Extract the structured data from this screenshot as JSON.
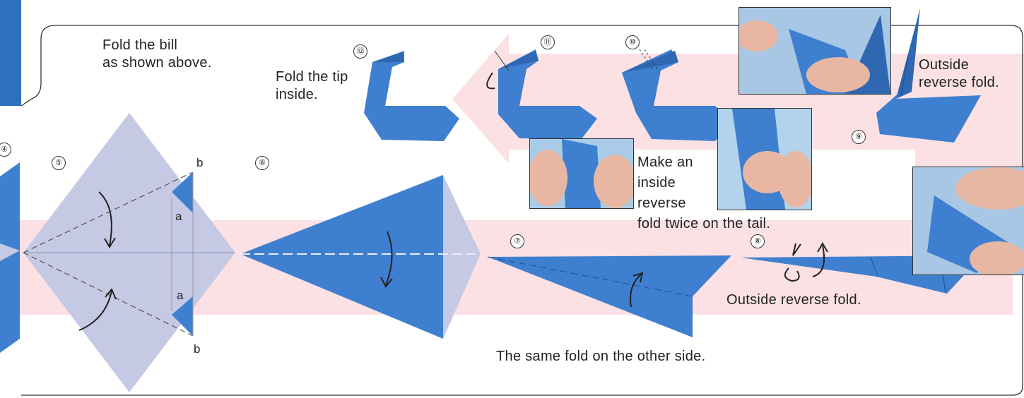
{
  "instructions": {
    "fold_bill": "Fold the bill\nas shown above.",
    "fold_tip": "Fold the tip\ninside.",
    "outside_reverse_top": "Outside\nreverse fold.",
    "inside_reverse": "Make an\ninside\nreverse\nfold twice on the tail.",
    "outside_reverse_bottom": "Outside reverse fold.",
    "same_fold": "The same fold on the other side."
  },
  "steps": [
    "④",
    "⑤",
    "⑥",
    "⑦",
    "⑧",
    "⑨",
    "⑩",
    "⑪",
    "⑫"
  ],
  "labels": {
    "a": "a",
    "b": "b"
  },
  "colors": {
    "paper_blue": "#3f7fcf",
    "paper_dark": "#2f67b3",
    "paper_back": "#c5c9e4",
    "arrow_pink": "#fbe1e4",
    "frame": "#333333"
  }
}
